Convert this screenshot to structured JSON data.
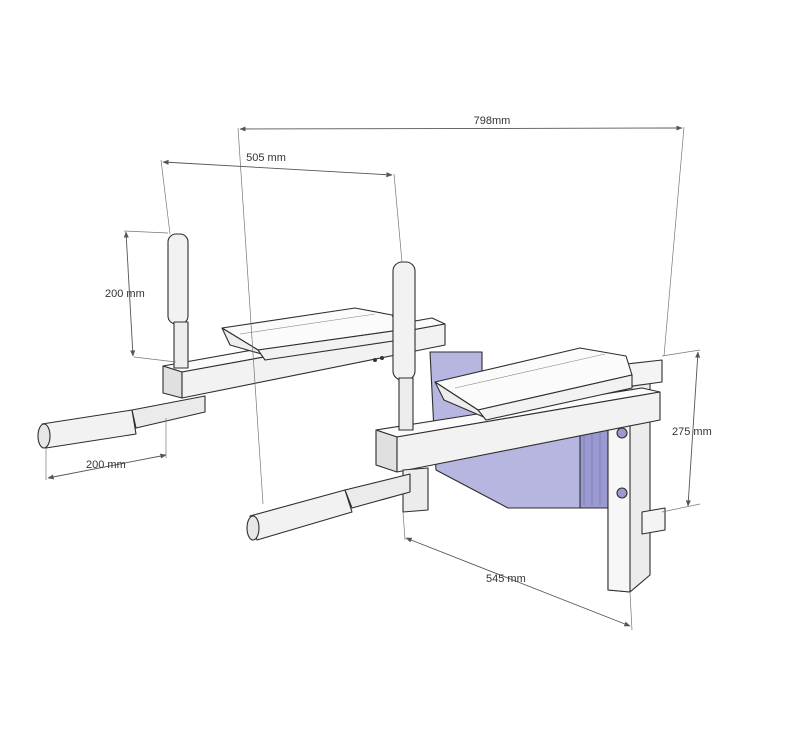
{
  "diagram": {
    "dimensions": {
      "overall_width": "798mm",
      "inner_width": "505 mm",
      "handle_height": "200 mm",
      "handle_length": "200 mm",
      "plate_height": "275 mm",
      "depth": "545 mm"
    },
    "colors": {
      "frame_light": "#f2f2f2",
      "frame_top": "#fbfbfb",
      "frame_shade": "#d9d9d9",
      "wall_plate": "#b6b6e0",
      "wall_plate_dark": "#9a9ad0",
      "edge": "#2e2e2e",
      "dimension_line": "#555555"
    }
  }
}
